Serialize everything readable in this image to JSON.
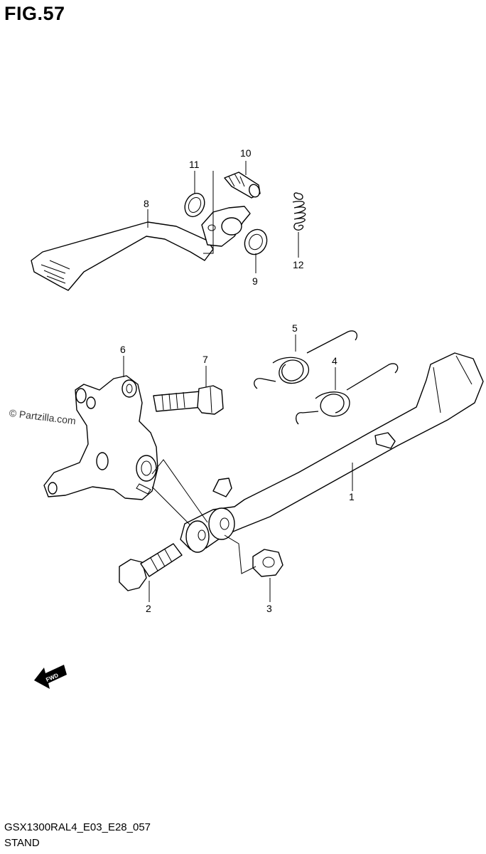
{
  "figure": {
    "title": "FIG.57"
  },
  "callouts": {
    "p1": "1",
    "p2": "2",
    "p3": "3",
    "p4": "4",
    "p5": "5",
    "p6": "6",
    "p7": "7",
    "p8": "8",
    "p9": "9",
    "p10": "10",
    "p11": "11",
    "p12": "12"
  },
  "watermark": "© Partzilla.com",
  "fwd_label": "FWD",
  "footer": {
    "code": "GSX1300RAL4_E03_E28_057",
    "name": "STAND"
  }
}
